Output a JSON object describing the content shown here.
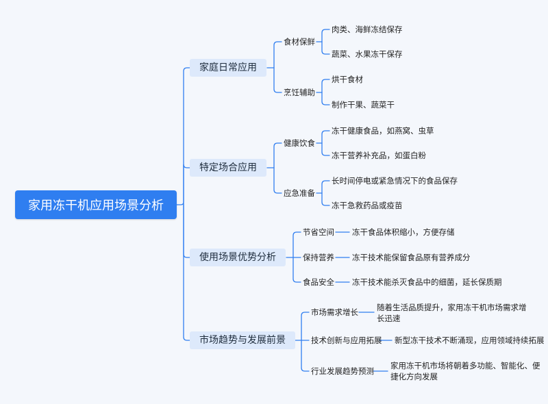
{
  "root": "家用冻干机应用场景分析",
  "branches": [
    {
      "label": "家庭日常应用",
      "children": [
        {
          "label": "食材保鲜",
          "leaves": [
            "肉类、海鲜冻结保存",
            "蔬菜、水果冻干保存"
          ]
        },
        {
          "label": "烹饪辅助",
          "leaves": [
            "烘干食材",
            "制作干果、蔬菜干"
          ]
        }
      ]
    },
    {
      "label": "特定场合应用",
      "children": [
        {
          "label": "健康饮食",
          "leaves": [
            "冻干健康食品，如燕窝、虫草",
            "冻干营养补充品，如蛋白粉"
          ]
        },
        {
          "label": "应急准备",
          "leaves": [
            "长时间停电或紧急情况下的食品保存",
            "冻干急救药品或疫苗"
          ]
        }
      ]
    },
    {
      "label": "使用场景优势分析",
      "children": [
        {
          "label": "节省空间",
          "leaves": [
            "冻干食品体积缩小，方便存储"
          ]
        },
        {
          "label": "保持营养",
          "leaves": [
            "冻干技术能保留食品原有营养成分"
          ]
        },
        {
          "label": "食品安全",
          "leaves": [
            "冻干技术能杀灭食品中的细菌，延长保质期"
          ]
        }
      ]
    },
    {
      "label": "市场趋势与发展前景",
      "children": [
        {
          "label": "市场需求增长",
          "leaves": [
            "随着生活品质提升，家用冻干机市场需求增长迅速"
          ]
        },
        {
          "label": "技术创新与应用拓展",
          "leaves": [
            "新型冻干技术不断涌现，应用领域持续拓展"
          ]
        },
        {
          "label": "行业发展趋势预测",
          "leaves": [
            "家用冻干机市场将朝着多功能、智能化、便捷化方向发展"
          ]
        }
      ]
    }
  ],
  "colors": {
    "line": "#2f7ef0",
    "root_bg": "#2f7ef0",
    "branch_bg": "#dde9fb"
  }
}
